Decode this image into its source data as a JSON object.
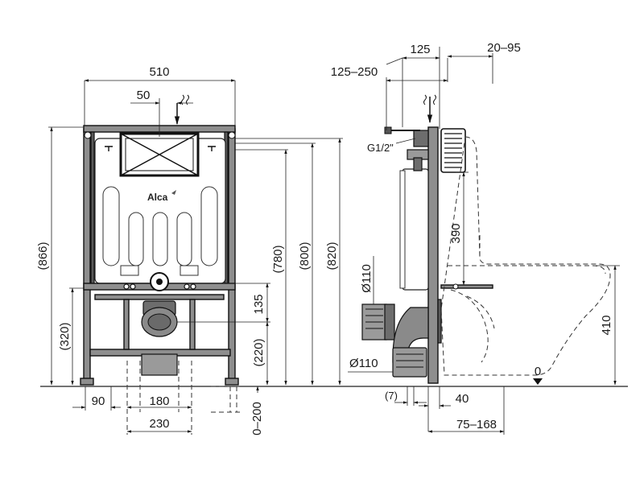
{
  "brand": {
    "logo_text": "Alca"
  },
  "front_view": {
    "dim_width_total": "510",
    "dim_inlet_offset": "50",
    "dim_frame_height": "(866)",
    "dim_lower_height": "(320)",
    "dim_780": "(780)",
    "dim_800": "(800)",
    "dim_820": "(820)",
    "dim_135": "135",
    "dim_220": "(220)",
    "dim_90": "90",
    "dim_180": "180",
    "dim_230": "230",
    "dim_0_200": "0–200"
  },
  "side_view": {
    "dim_125": "125",
    "dim_20_95": "20–95",
    "dim_125_250": "125–250",
    "label_g12": "G1/2\"",
    "dim_390": "390",
    "dim_pipe_110_top": "Ø110",
    "dim_pipe_110_bottom": "Ø110",
    "dim_410": "410",
    "floor_zero": "0",
    "dim_7": "(7)",
    "dim_40": "40",
    "dim_75_168": "75–168"
  }
}
